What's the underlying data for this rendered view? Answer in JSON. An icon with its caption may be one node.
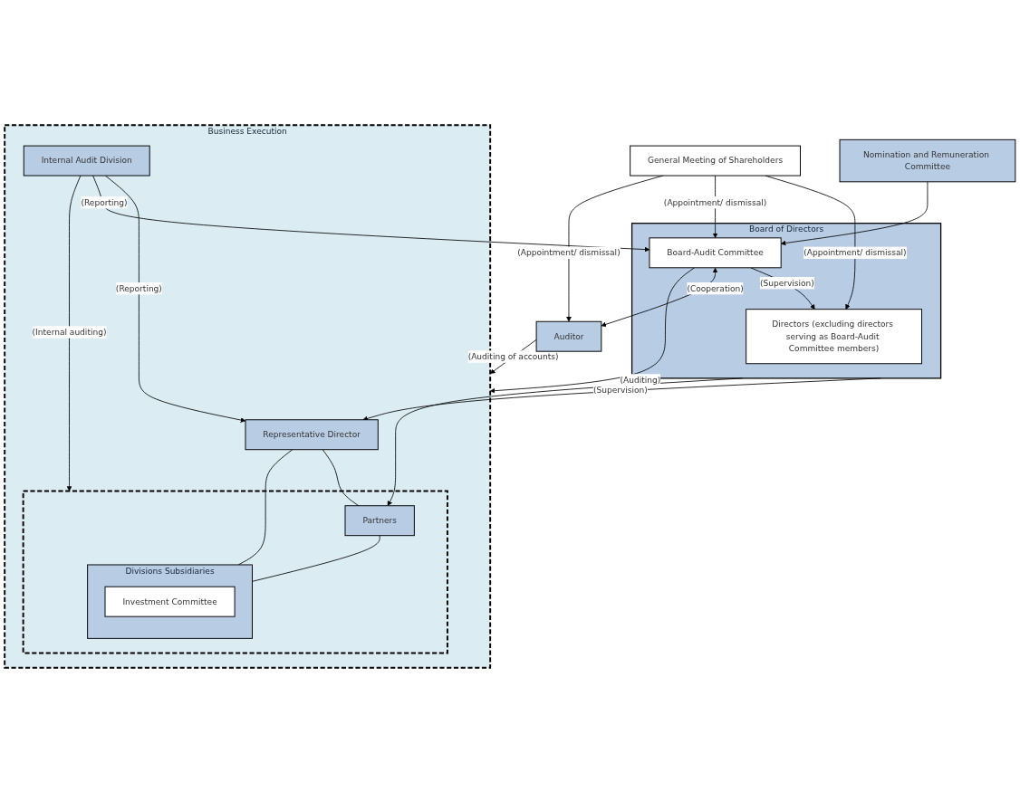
{
  "diagram": {
    "nodes": [
      {
        "text": [
          "General Meeting of Shareholders"
        ]
      },
      {
        "text": [
          "Business Execution"
        ]
      },
      {
        "text": [
          "Board of Directors"
        ]
      },
      {
        "text": [
          "Directors (excluding directors serving as Board-Audit Committee members)"
        ],
        "in": 2
      },
      {
        "text": [
          "Board-Audit Committee"
        ],
        "in": 2
      },
      {
        "text": [
          "Nomination and Remuneration Committee"
        ]
      },
      {
        "text": [
          "Representative Director"
        ],
        "in": 1
      },
      {
        "text": [],
        "shape": "box",
        "in": 1
      },
      {
        "text": [
          "Partners"
        ],
        "in": 7
      },
      {
        "text": [
          "Divisions Subsidiaries"
        ],
        "in": 7
      },
      {
        "text": [
          "Investment Committee"
        ],
        "in": 9
      },
      {
        "text": [
          "Internal Audit Division"
        ],
        "in": 1
      },
      {
        "text": [
          "Auditor"
        ]
      }
    ],
    "edges": [
      {
        "from": 0,
        "to": 3,
        "arrow": "to",
        "label": "(Appointment/ dismissal)"
      },
      {
        "from": 0,
        "to": 4,
        "arrow": "to",
        "label": "(Appointment/ dismissal)"
      },
      {
        "from": 0,
        "to": 12,
        "arrow": "to",
        "label": "(Appointment/ dismissal)"
      },
      {
        "from": 4,
        "to": 3,
        "arrow": "to",
        "label": "(Supervision)"
      },
      {
        "from": 5,
        "to": 4,
        "arrow": "to"
      },
      {
        "from": 2,
        "to": 6,
        "arrow": "to",
        "label": "(Supervision)"
      },
      {
        "from": 2,
        "to": 8,
        "arrow": "to"
      },
      {
        "from": 11,
        "to": 6,
        "arrow": "to",
        "label": "(Reporting)"
      },
      {
        "from": 4,
        "to": 1,
        "arrow": "to",
        "label": "(Auditing)"
      },
      {
        "from": 4,
        "to": 12,
        "arrow": "both",
        "label": "(Cooperation)"
      },
      {
        "from": 11,
        "to": 4,
        "arrow": "to",
        "label": "(Reporting)"
      },
      {
        "from": 6,
        "to": 9,
        "arrow": "none"
      },
      {
        "from": 6,
        "to": 8,
        "arrow": "none"
      },
      {
        "from": 8,
        "to": 9,
        "arrow": "none"
      },
      {
        "from": 11,
        "to": 7,
        "arrow": "to",
        "label": "(Internal auditing)"
      },
      {
        "from": 12,
        "to": 1,
        "arrow": "to",
        "label": "(Auditing of accounts)"
      }
    ]
  }
}
